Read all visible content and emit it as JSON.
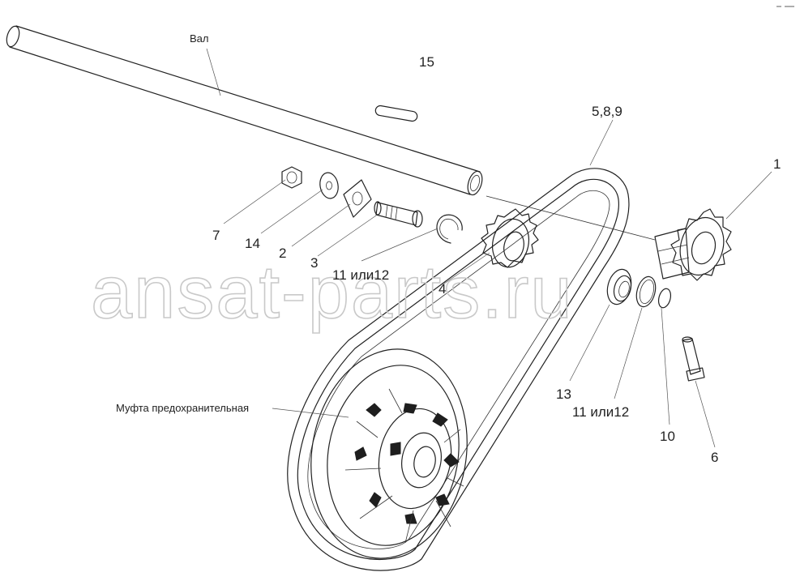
{
  "diagram": {
    "callouts": {
      "shaft": "Вал",
      "p15": "15",
      "p589": "5,8,9",
      "p1": "1",
      "p7": "7",
      "p14": "14",
      "p2": "2",
      "p3": "3",
      "p11a": "11 или12",
      "p4": "4",
      "p13": "13",
      "p11b": "11 или12",
      "p10": "10",
      "p6": "6",
      "clutch": "Муфта предохранительная"
    },
    "watermark": "ansat-parts.ru"
  }
}
